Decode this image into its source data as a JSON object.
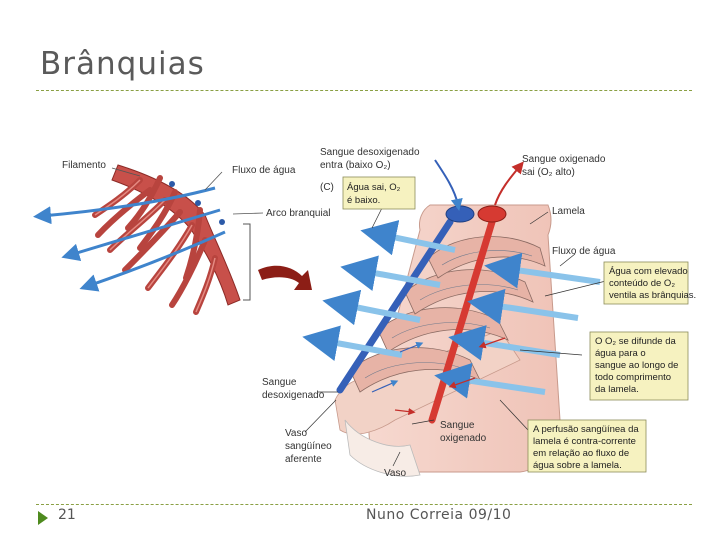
{
  "slide": {
    "title": "Brânquias",
    "number": "21",
    "footer": "Nuno Correia 09/10"
  },
  "colors": {
    "accent": "#8aa044",
    "bullet": "#4e8a1e",
    "gill_red": "#c8504a",
    "water_arrow": "#5aa7e0",
    "oxy_blood": "#d63a32",
    "deoxy_blood": "#3560b8",
    "note_box": "#f6f2c0"
  },
  "diagram": {
    "left": {
      "filamento": "Filamento",
      "fluxo_agua": "Fluxo de água",
      "arco_branquial": "Arco branquial"
    },
    "right": {
      "panel_label": "(C)",
      "sangue_desox_entra": [
        "Sangue desoxigenado",
        "entra (baixo O₂)"
      ],
      "sangue_oxig_sai": [
        "Sangue oxigenado",
        "sai (O₂ alto)"
      ],
      "agua_sai": [
        "Água sai, O₂",
        "é baixo."
      ],
      "lamela": "Lamela",
      "fluxo_agua": "Fluxo de água",
      "agua_elevado": [
        "Água com elevado",
        "conteúdo de O₂",
        "ventila as brânquias."
      ],
      "o2_difunde": [
        "O O₂ se difunde da",
        "água para o",
        "sangue ao longo de",
        "todo comprimento",
        "da lamela."
      ],
      "sangue_desox": [
        "Sangue",
        "desoxigenado"
      ],
      "vaso_aferente": [
        "Vaso",
        "sangüíneo",
        "aferente"
      ],
      "sangue_oxig": [
        "Sangue",
        "oxigenado"
      ],
      "perfusao": [
        "A perfusão sangüínea da",
        "lamela é contra-corrente",
        "em relação ao fluxo de",
        "água sobre a lamela."
      ],
      "vaso": "Vaso"
    }
  }
}
